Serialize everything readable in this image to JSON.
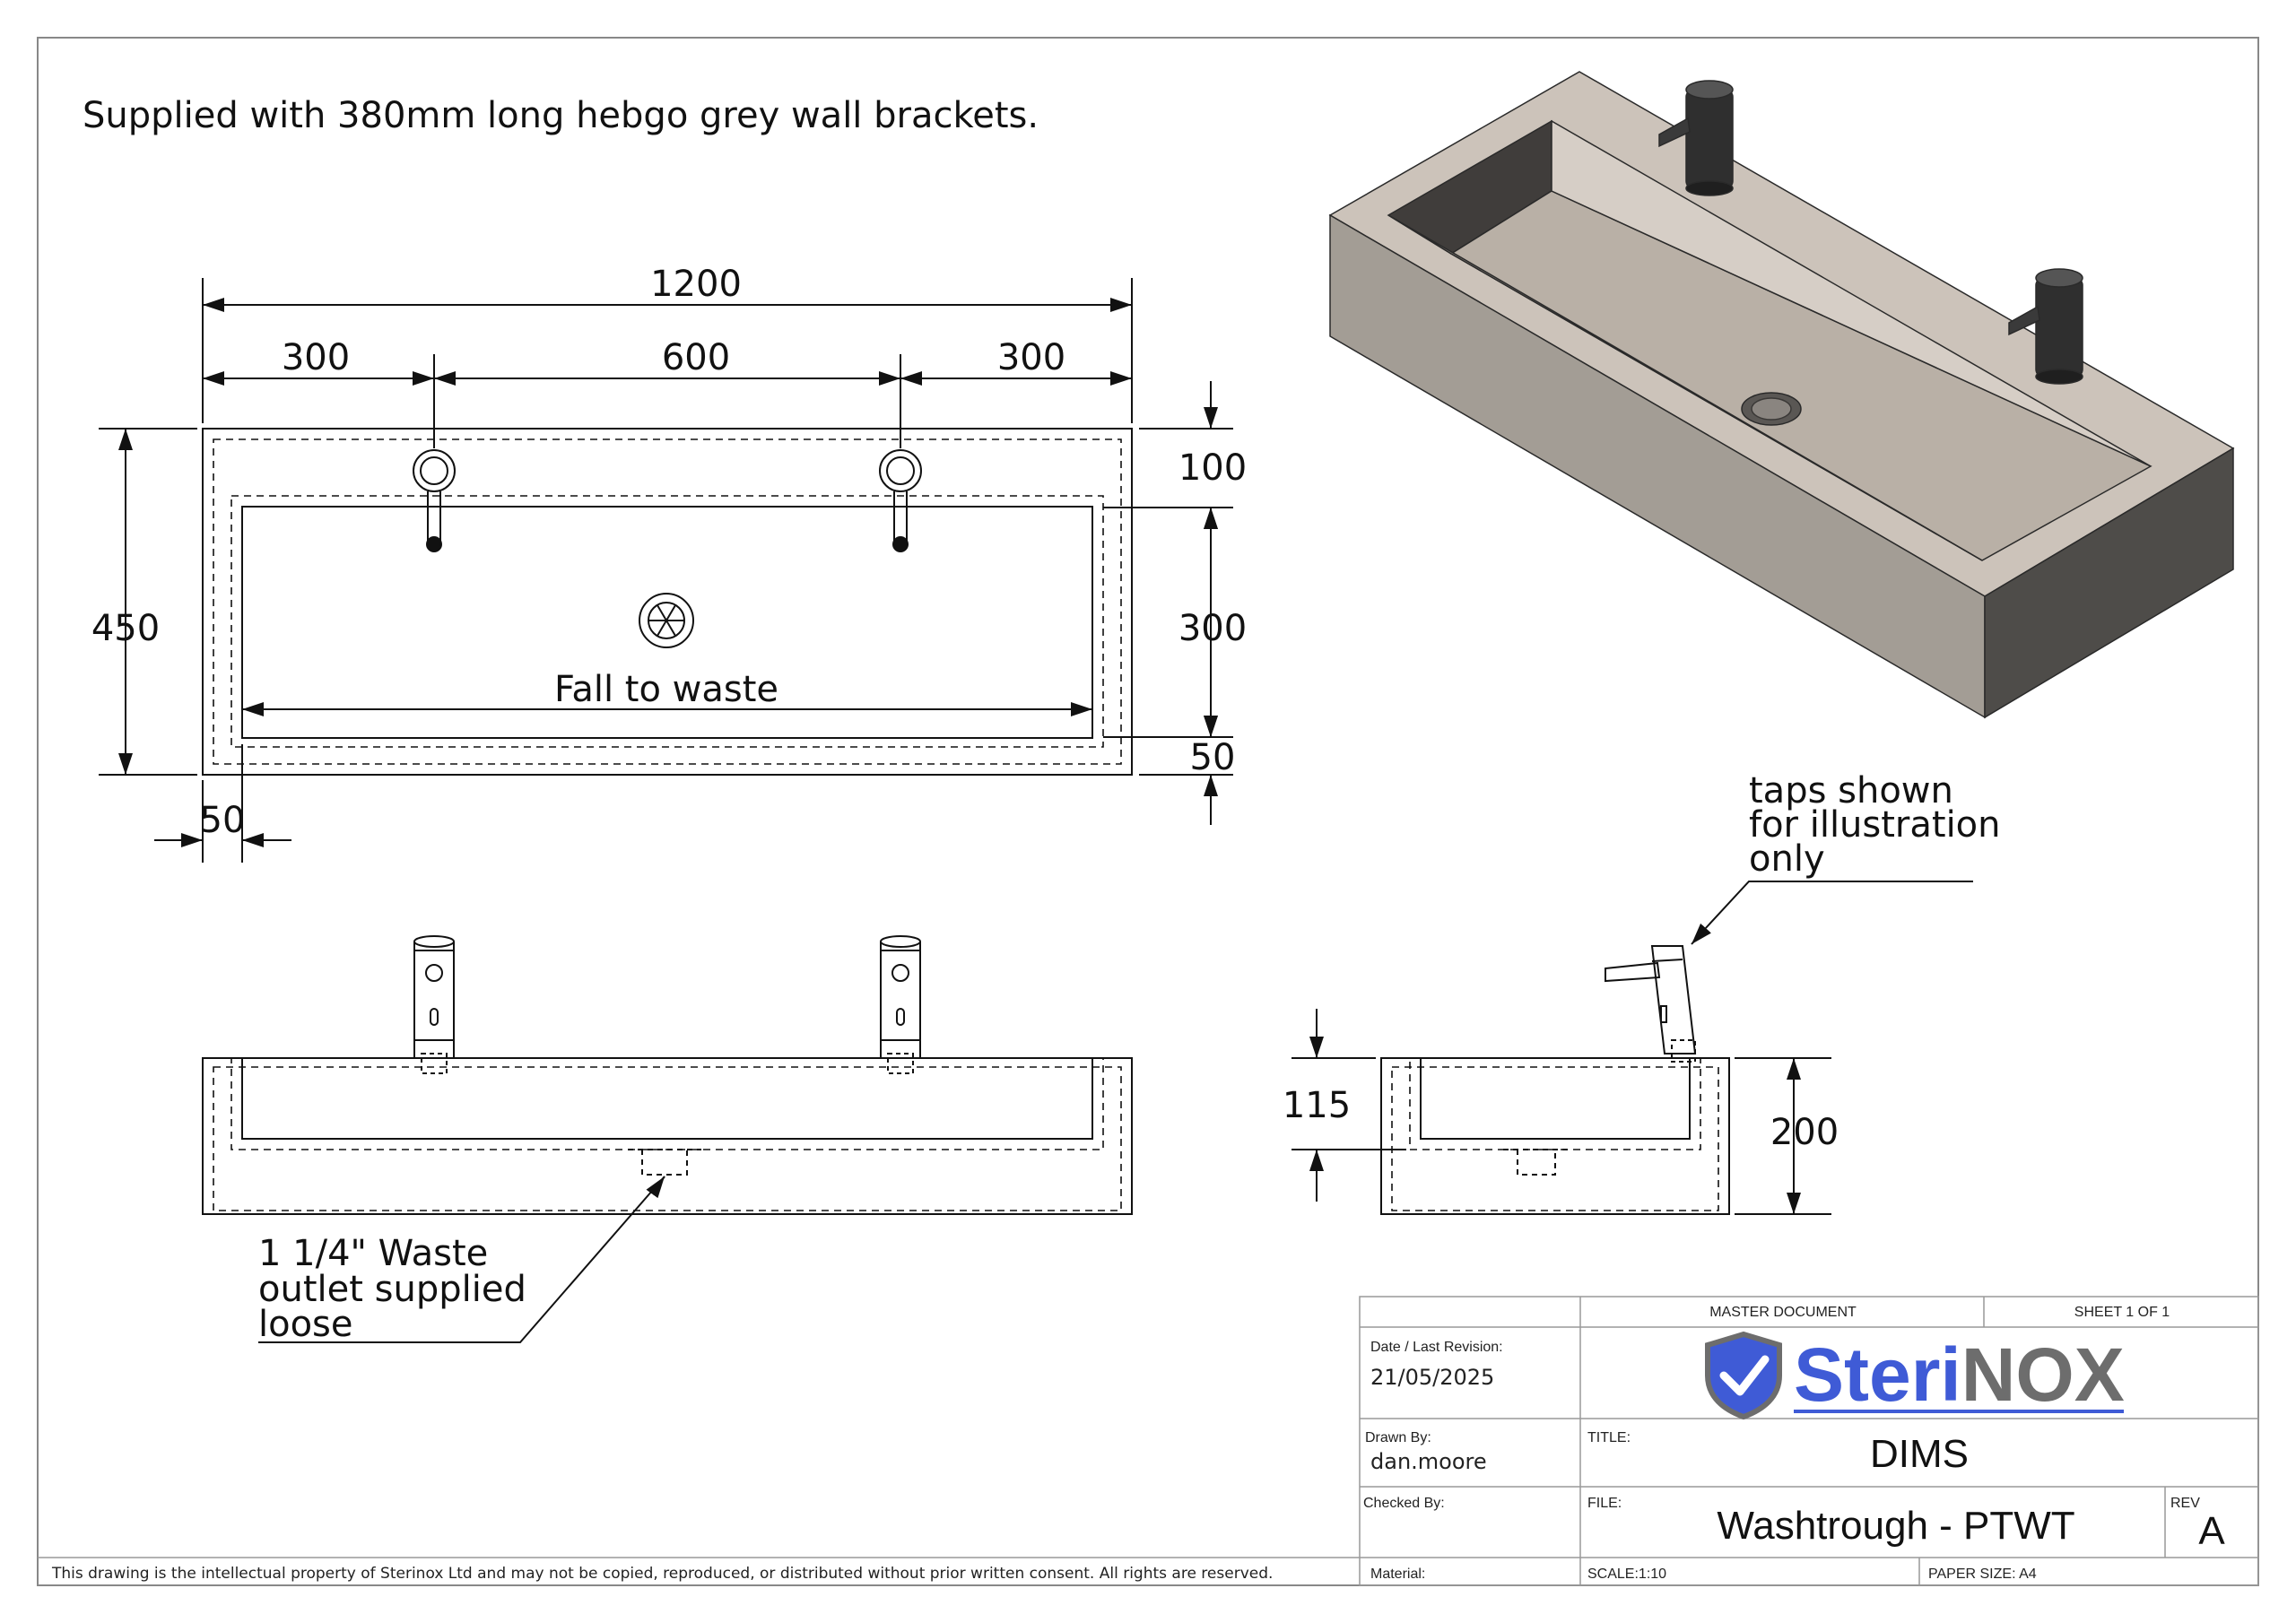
{
  "notes": {
    "brackets": "Supplied with 380mm long hebgo grey wall brackets.",
    "fall": "Fall to waste",
    "waste_line1": "1 1/4\" Waste",
    "waste_line2": "outlet supplied",
    "waste_line3": "loose",
    "taps_line1": "taps shown",
    "taps_line2": "for illustration",
    "taps_line3": "only",
    "copyright": "This drawing is the intellectual property of Sterinox Ltd and may not be copied, reproduced, or distributed without prior written consent. All rights are reserved."
  },
  "dims": {
    "overall_length": "1200",
    "left_offset": "300",
    "tap_spacing": "600",
    "right_offset": "300",
    "depth": "450",
    "back_edge": "100",
    "bowl_depth": "300",
    "front_edge": "50",
    "side_edge": "50",
    "bowl_height": "115",
    "overall_height": "200"
  },
  "title_block": {
    "master": "MASTER DOCUMENT",
    "sheet": "SHEET 1 OF 1",
    "date_label": "Date / Last Revision:",
    "date_value": "21/05/2025",
    "brand_a": "Steri",
    "brand_b": "NOX",
    "drawn_label": "Drawn By:",
    "drawn_value": "dan.moore",
    "title_label": "TITLE:",
    "title_value": "DIMS",
    "checked_label": "Checked By:",
    "file_label": "FILE:",
    "file_value": "Washtrough - PTWT",
    "rev_label": "REV",
    "rev_value": "A",
    "material_label": "Material:",
    "scale": "SCALE:1:10",
    "paper": "PAPER SIZE: A4"
  },
  "colors": {
    "line": "#111111",
    "iso_top": "#ccc3ba",
    "iso_front": "#a39d95",
    "iso_side": "#4e4c49",
    "iso_bowl_dark": "#403d3b",
    "brand_blue": "#3f5bd6",
    "brand_grey": "#6d6d6d"
  }
}
